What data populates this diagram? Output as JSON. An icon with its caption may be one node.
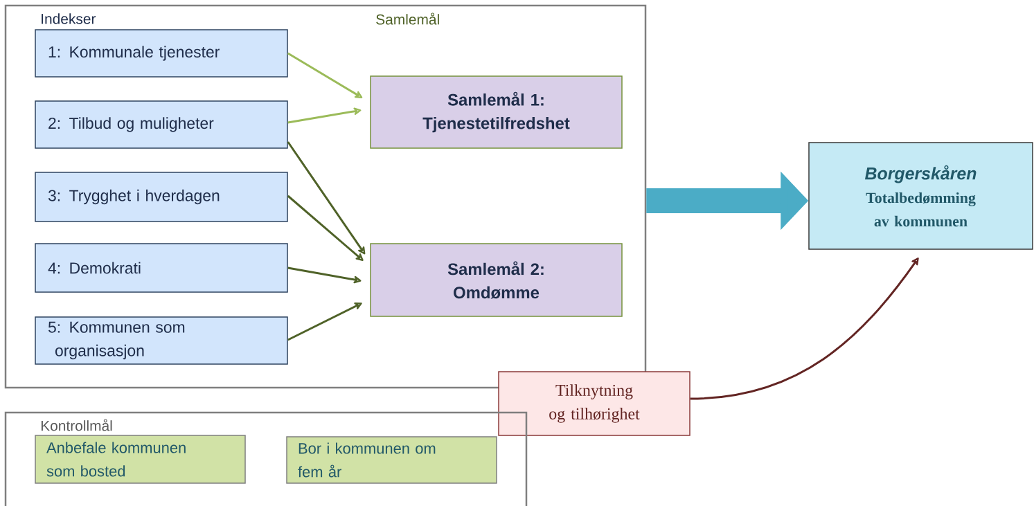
{
  "diagram": {
    "nodes": [
      {
        "text": [
          "Indekser",
          "Samlemål"
        ]
      },
      {
        "text": [
          "1: Kommunale tjenester"
        ],
        "in": 0
      },
      {
        "text": [
          "2: Tilbud og muligheter"
        ],
        "in": 0
      },
      {
        "text": [
          "3: Trygghet i hverdagen"
        ],
        "in": 0
      },
      {
        "text": [
          "4: Demokrati"
        ],
        "in": 0
      },
      {
        "text": [
          "5: Kommunen som organisasjon"
        ],
        "in": 0
      },
      {
        "text": [
          "Samlemål 1: Tjenestetilfredshet"
        ],
        "in": 0
      },
      {
        "text": [
          "Samlemål 2: Omdømme"
        ],
        "in": 0
      },
      {
        "text": [
          "Borgerskåren",
          "Totalbedømming av kommunen"
        ]
      },
      {
        "text": [
          "Tilknytning og tilhørighet"
        ]
      },
      {
        "text": [
          "Kontrollmål"
        ]
      },
      {
        "text": [
          "Anbefale kommunen som bosted"
        ],
        "in": 10
      },
      {
        "text": [
          "Bor i kommunen om fem år"
        ],
        "in": 10
      }
    ],
    "edges": [
      {
        "from": 1,
        "to": 6,
        "arrow": "to",
        "color": "#9bbb59"
      },
      {
        "from": 2,
        "to": 6,
        "arrow": "to",
        "color": "#9bbb59"
      },
      {
        "from": 2,
        "to": 7,
        "arrow": "to"
      },
      {
        "from": 3,
        "to": 7,
        "arrow": "to"
      },
      {
        "from": 4,
        "to": 7,
        "arrow": "to"
      },
      {
        "from": 5,
        "to": 7,
        "arrow": "to"
      },
      {
        "from": 0,
        "to": 8,
        "arrow": "to",
        "style": "thick",
        "color": "#4bacc6"
      },
      {
        "from": 9,
        "to": 8,
        "arrow": "to",
        "color": "#632523"
      }
    ]
  }
}
